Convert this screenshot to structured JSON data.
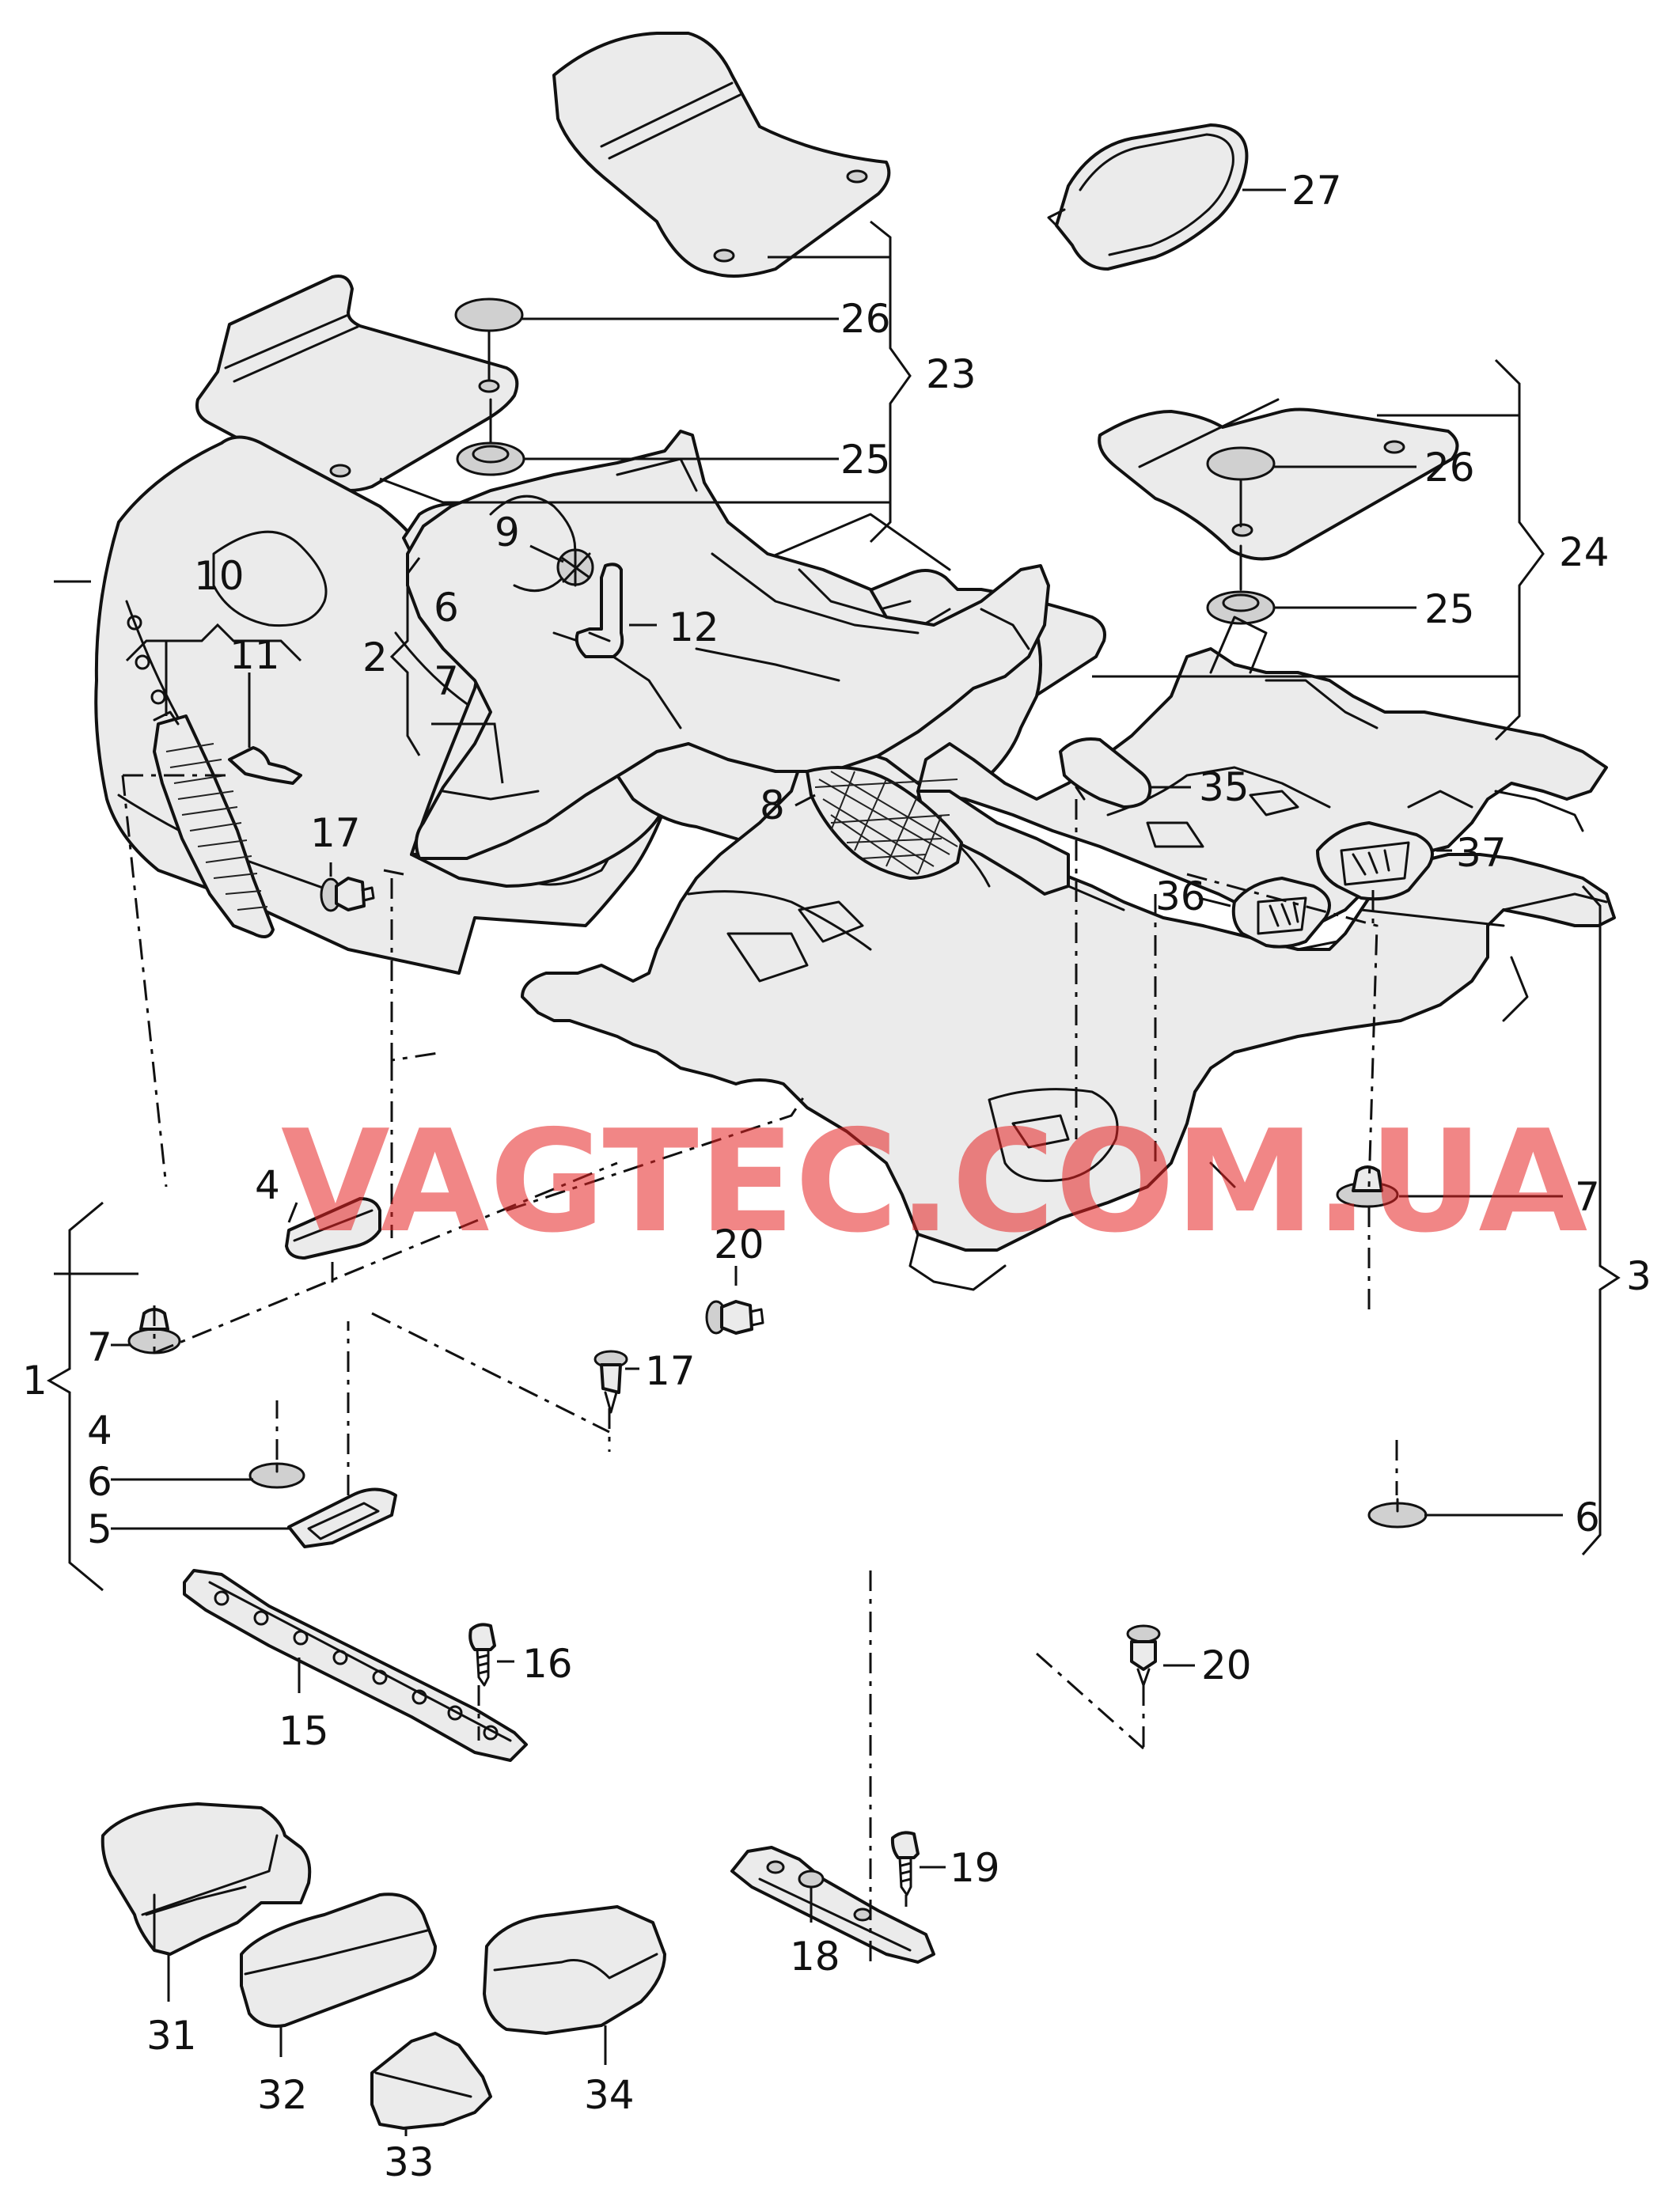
{
  "watermark": "VAGTEC.COM.UA",
  "callouts": {
    "c1": "1",
    "c2": "2",
    "c3": "3",
    "c4a": "4",
    "c4b": "4",
    "c5": "5",
    "c6a": "6",
    "c6b": "6",
    "c6c": "6",
    "c7a": "7",
    "c7b": "7",
    "c7c": "7",
    "c8": "8",
    "c9": "9",
    "c10": "10",
    "c11": "11",
    "c12": "12",
    "c15": "15",
    "c16": "16",
    "c17a": "17",
    "c17b": "17",
    "c18": "18",
    "c19": "19",
    "c20a": "20",
    "c20b": "20",
    "c23": "23",
    "c24": "24",
    "c25a": "25",
    "c25b": "25",
    "c26a": "26",
    "c26b": "26",
    "c27": "27",
    "c31": "31",
    "c32": "32",
    "c33": "33",
    "c34": "34",
    "c35": "35",
    "c36": "36",
    "c37": "37"
  }
}
